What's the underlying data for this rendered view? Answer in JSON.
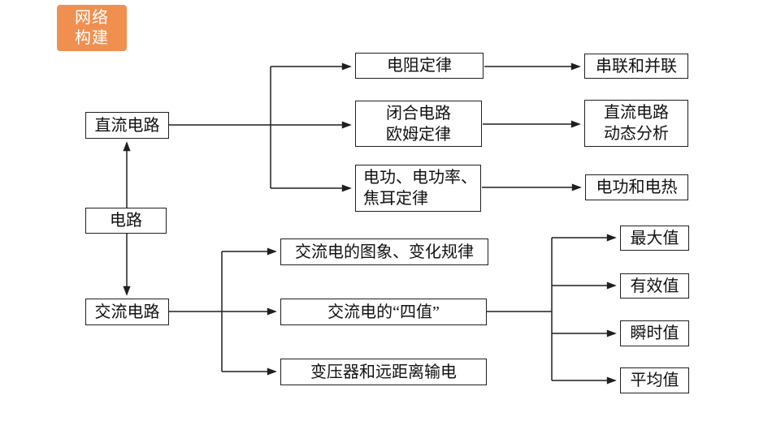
{
  "badge": {
    "line1": "网络",
    "line2": "构建",
    "full_label": "网络构建"
  },
  "boxes": {
    "circuit": "电路",
    "dc": "直流电路",
    "ac": "交流电路",
    "resistance_law": "电阻定律",
    "closed_circuit_l1": "闭合电路",
    "closed_circuit_l2": "欧姆定律",
    "electric_work_l1": "电功、电功率、",
    "electric_work_l2": "焦耳定律",
    "series_parallel": "串联和并联",
    "dc_dynamic_l1": "直流电路",
    "dc_dynamic_l2": "动态分析",
    "work_heat": "电功和电热",
    "ac_graph": "交流电的图象、变化规律",
    "ac_four_values": "交流电的“四值”",
    "transformer": "变压器和远距离输电",
    "max_value": "最大值",
    "effective_value": "有效值",
    "instant_value": "瞬时值",
    "average_value": "平均值"
  },
  "colors": {
    "badge_bg": "#EF9051",
    "badge_text": "#FFFFFF",
    "line": "#1F1F1F",
    "box_border": "#1F1F1F",
    "background": "#FFFFFF"
  }
}
